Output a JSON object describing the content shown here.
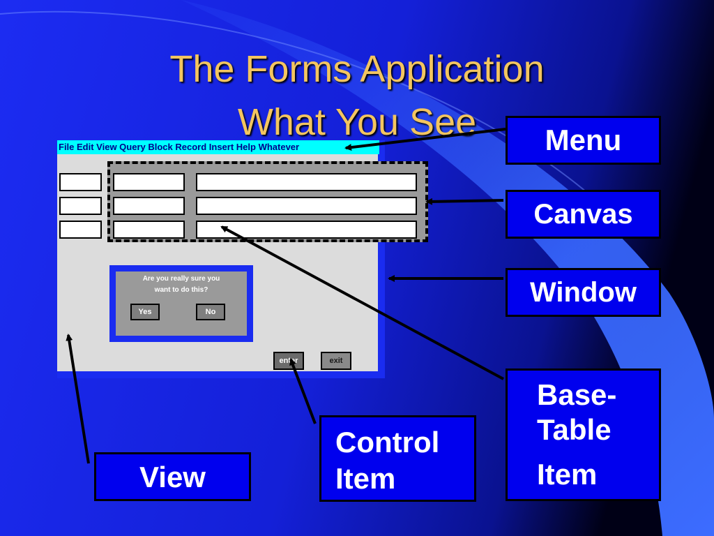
{
  "slide": {
    "title_line1": "The Forms Application",
    "title_line2": "What You See"
  },
  "mockup": {
    "menubar": "File Edit View Query Block Record Insert Help Whatever",
    "dialog": {
      "line1": "Are you really sure you",
      "line2": "want to do this?",
      "yes": "Yes",
      "no": "No"
    },
    "enter": "enter",
    "exit": "exit"
  },
  "callouts": {
    "menu": "Menu",
    "canvas": "Canvas",
    "window": "Window",
    "base_table_1": "Base-",
    "base_table_2": "Table",
    "base_table_3": "Item",
    "control_1": "Control",
    "control_2": "Item",
    "view": "View"
  },
  "colors": {
    "title": "#f3c560",
    "callout_bg": "#0000ee",
    "window_frame": "#1a2cf0",
    "menubar_bg": "#00ffff",
    "canvas_bg": "#9a9a9a",
    "view_bg": "#dcdcdc"
  }
}
